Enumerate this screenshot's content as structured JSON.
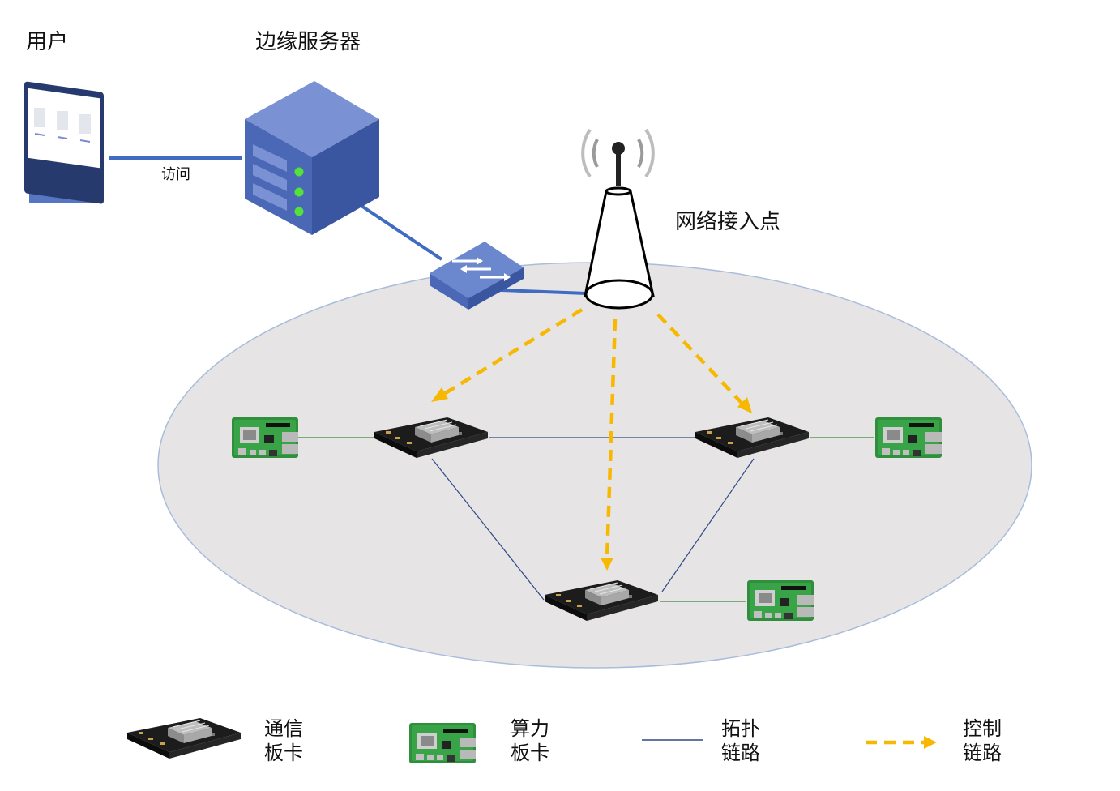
{
  "nodes": {
    "user": "用户",
    "edge_server": "边缘服务器",
    "access_point": "网络接入点"
  },
  "edges": {
    "user_server": "访问"
  },
  "legend": {
    "comm_board": [
      "通信",
      "板卡"
    ],
    "compute_board": [
      "算力",
      "板卡"
    ],
    "topology_link": [
      "拓扑",
      "链路"
    ],
    "control_link": [
      "控制",
      "链路"
    ]
  },
  "colors": {
    "server_blue": "#4a68b5",
    "link_blue": "#3f6cc0",
    "topology_line": "#2e4a86",
    "control_dash": "#f6b800",
    "compute_green": "#2f8f3d",
    "area_fill": "#e6e4e5",
    "area_stroke": "#a9bcdc"
  }
}
